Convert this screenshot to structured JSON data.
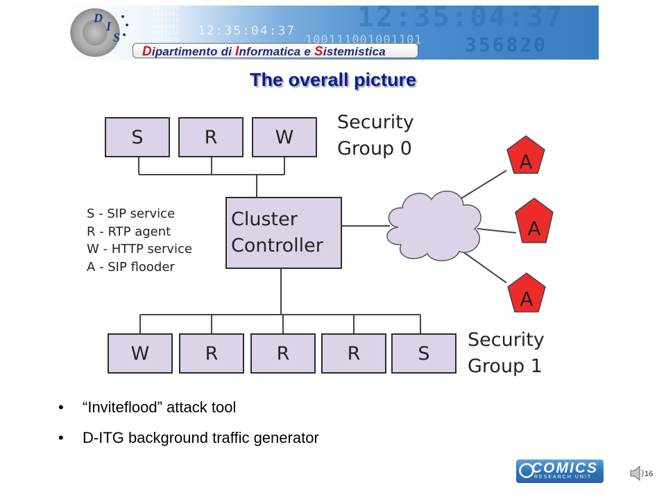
{
  "header": {
    "department_line": [
      "D",
      "ipartimento di ",
      "I",
      "nformatica e ",
      "S",
      "istemistica"
    ],
    "seal_letters": [
      "D",
      "I",
      "S"
    ],
    "clock_big": "12:35:04:37",
    "clock_small": "12:35:04:37",
    "digits": "356820",
    "bits_column": "0011100\n0101001\n1011101\n0101101\n0001110\n1011010\n0101001\n1011100",
    "bits_row": "100111001001101"
  },
  "slide": {
    "title": "The overall picture",
    "page_number": "16"
  },
  "diagram": {
    "group0": {
      "label_line1": "Security",
      "label_line2": "Group 0",
      "nodes": [
        "S",
        "R",
        "W"
      ]
    },
    "controller": {
      "line1": "Cluster",
      "line2": "Controller"
    },
    "group1": {
      "label_line1": "Security",
      "label_line2": "Group 1",
      "nodes": [
        "W",
        "R",
        "R",
        "R",
        "S"
      ]
    },
    "attackers": [
      "A",
      "A",
      "A"
    ],
    "legend": [
      "S - SIP service",
      "R - RTP agent",
      "W - HTTP service",
      "A - SIP flooder"
    ],
    "colors": {
      "node_fill": "#dcd3e9",
      "attacker_fill": "#ee2b2b",
      "cloud_fill": "#dcd3e9"
    }
  },
  "bullets": [
    {
      "marker": "•",
      "text": "“Inviteflood”  attack tool"
    },
    {
      "marker": "•",
      "text": "D-ITG background traffic generator"
    }
  ],
  "footer": {
    "logo_line1": "COMICS",
    "logo_line2": "RESEARCH UNIT",
    "speaker_icon": "speaker-icon"
  }
}
